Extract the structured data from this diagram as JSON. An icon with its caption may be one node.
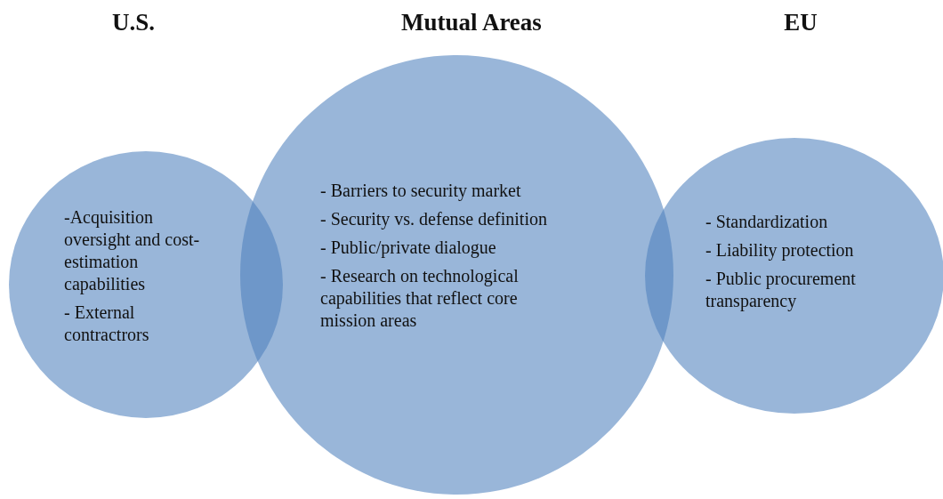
{
  "diagram": {
    "nodes": [
      {
        "text": [
          "-Acquisition oversight and cost-estimation capabilities",
          "- External contractrors"
        ]
      },
      {
        "text": [
          "- Barriers to security market",
          "- Security vs. defense definition",
          "- Public/private dialogue",
          "- Research on technological capabilities that reflect core mission areas"
        ]
      },
      {
        "text": [
          "- Standardization",
          "- Liability protection",
          "- Public procurement transparency"
        ]
      }
    ],
    "edges": [],
    "labels": [
      "U.S.",
      "Mutual Areas",
      "EU"
    ]
  }
}
